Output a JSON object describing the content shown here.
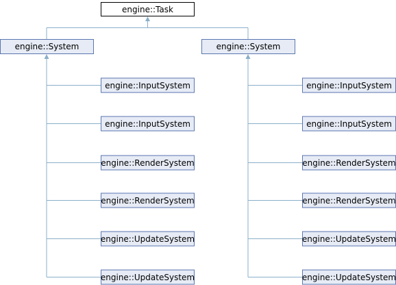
{
  "root": {
    "label": "engine::Task"
  },
  "bases": [
    {
      "label": "engine::System",
      "children": [
        "engine::InputSystem",
        "engine::InputSystem",
        "engine::RenderSystem",
        "engine::RenderSystem",
        "engine::UpdateSystem",
        "engine::UpdateSystem"
      ]
    },
    {
      "label": "engine::System",
      "children": [
        "engine::InputSystem",
        "engine::InputSystem",
        "engine::RenderSystem",
        "engine::RenderSystem",
        "engine::UpdateSystem",
        "engine::UpdateSystem"
      ]
    }
  ],
  "colors": {
    "edge": "#8aafc9",
    "node_fill": "#e6ebf5",
    "node_border": "#5b76b0",
    "root_border": "#000000"
  }
}
